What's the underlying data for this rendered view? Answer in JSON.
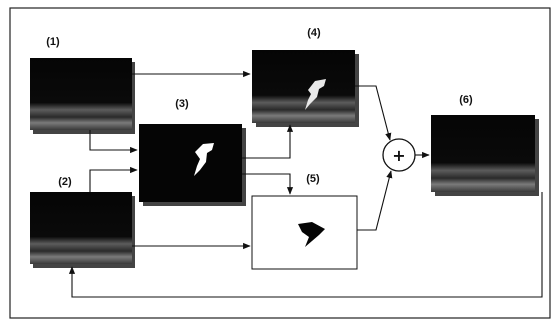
{
  "diagram": {
    "labels": {
      "n1": "(1)",
      "n2": "(2)",
      "n3": "(3)",
      "n4": "(4)",
      "n5": "(5)",
      "n6": "(6)"
    },
    "sum_symbol": "+"
  }
}
